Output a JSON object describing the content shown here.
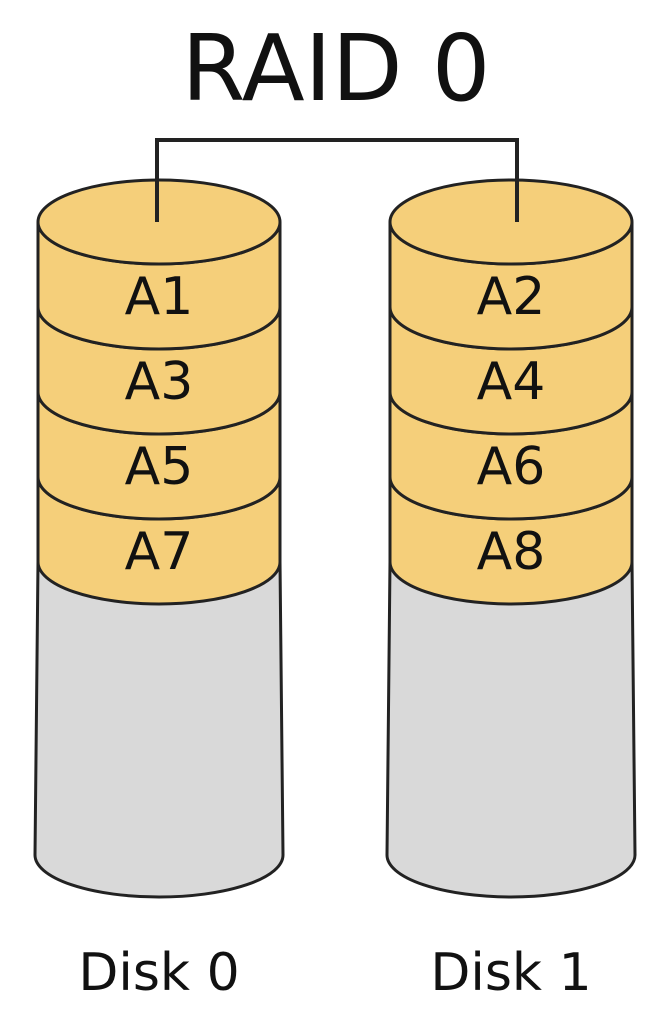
{
  "title": "RAID 0",
  "colors": {
    "block": "#f5cf7a",
    "empty": "#d9d9d9",
    "stroke": "#222222"
  },
  "disks": [
    {
      "label": "Disk 0",
      "blocks": [
        "A1",
        "A3",
        "A5",
        "A7"
      ]
    },
    {
      "label": "Disk 1",
      "blocks": [
        "A2",
        "A4",
        "A6",
        "A8"
      ]
    }
  ]
}
